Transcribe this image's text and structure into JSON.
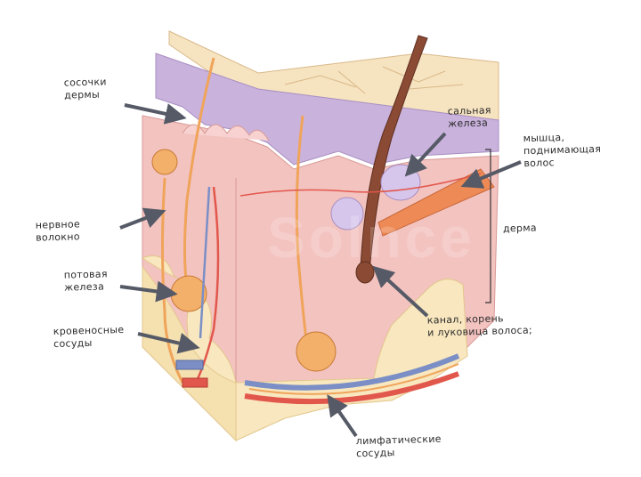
{
  "labels": {
    "papillae": "сосочки\nдермы",
    "nerve": "нервное\nволокно",
    "sweat": "потовая\nжелеза",
    "vessels": "кровеносные\nсосуды",
    "sebaceous": "сальная\nжелеза",
    "muscle": "мышца,\nподнимающая\nволос",
    "dermis": "дерма",
    "follicle": "канал, корень\nи луковица волоса;",
    "lymph": "лимфатические\nсосуды"
  },
  "colors": {
    "epidermis_top": "#f6e3c0",
    "epidermis_purple": "#c9b2dc",
    "dermis": "#f3c3c0",
    "fat": "#f8e7bf",
    "hair": "#8a4a34",
    "nerve": "#f0a45a",
    "artery": "#e2574c",
    "vein": "#7b8fc6",
    "muscle": "#ee8a55",
    "arrow": "#555a66"
  }
}
